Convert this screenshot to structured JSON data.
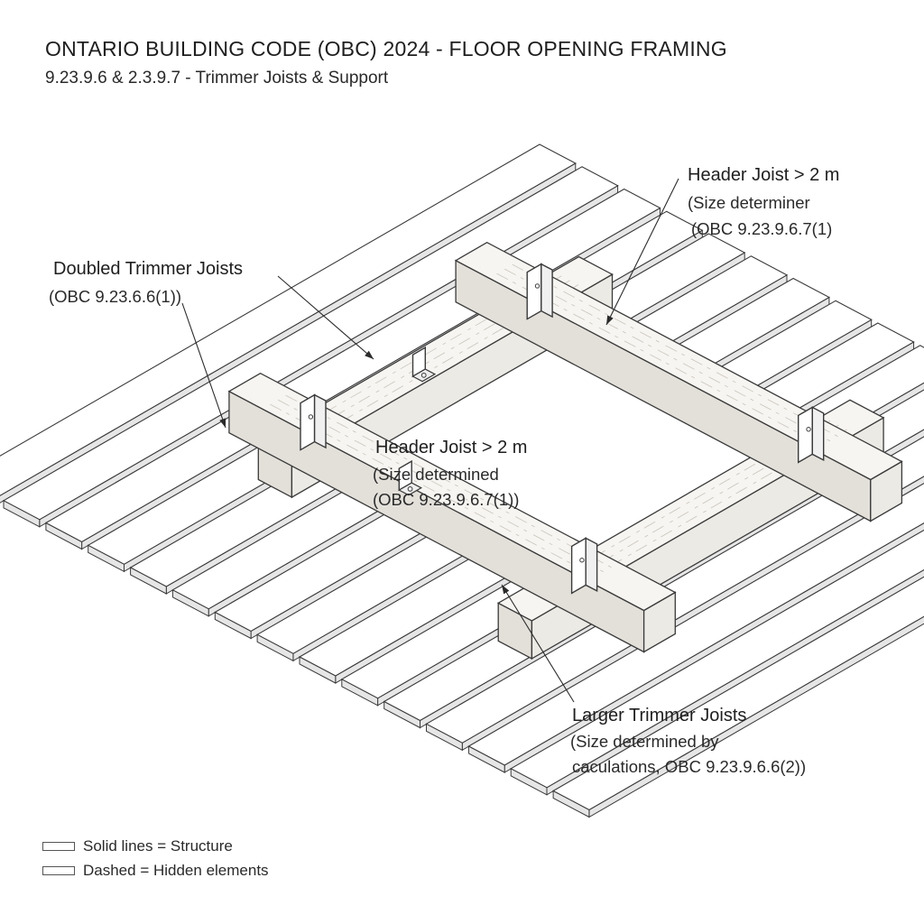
{
  "header": {
    "title": "ONTARIO BUILDING CODE (OBC) 2024 - FLOOR OPENING FRAMING",
    "subtitle": "9.23.9.6 & 2.3.9.7 - Trimmer Joists & Support"
  },
  "callouts": {
    "header_joist_top": {
      "line1": "Header Joist > 2 m",
      "line2": "(Size determiner",
      "line3": "(OBC 9.23.9.6.7(1)"
    },
    "doubled_trimmer": {
      "line1": "Doubled Trimmer Joists",
      "line2": "(OBC 9.23.6.6(1))"
    },
    "header_joist_center": {
      "line1": "Header Joist > 2 m",
      "line2": "(Size determined",
      "line3": "(OBC 9.23.9.6.7(1))"
    },
    "larger_trimmer": {
      "line1": "Larger Trimmer Joists",
      "line2": "(Size determined by",
      "line3": "caculations, OBC 9.23.9.6.6(2))"
    }
  },
  "legend": [
    {
      "text": "Solid lines = Structure"
    },
    {
      "text": "Dashed = Hidden elements"
    }
  ],
  "colors": {
    "line": "#3a3a3a",
    "board_fill": "#ffffff",
    "board_side": "#e6e6e6",
    "timber_top": "#f7f5f1",
    "timber_side": "#e3e0da",
    "grain": "#c9c5bd"
  }
}
